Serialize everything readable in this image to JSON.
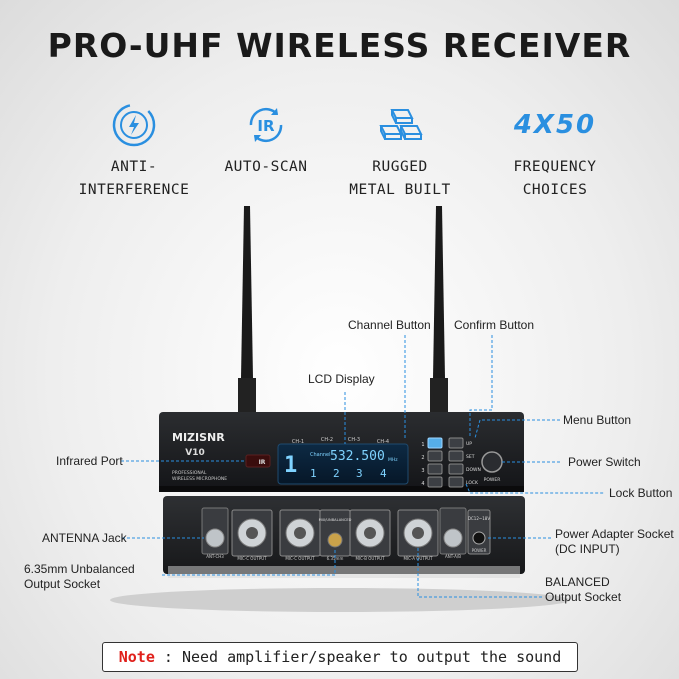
{
  "title": "PRO-UHF WIRELESS RECEIVER",
  "features": [
    {
      "icon": "anti-interference-icon",
      "label": "ANTI-\nINTERFERENCE"
    },
    {
      "icon": "ir-auto-scan-icon",
      "icon_text": "IR",
      "label": "AUTO-SCAN"
    },
    {
      "icon": "metal-bars-icon",
      "label": "RUGGED\nMETAL BUILT"
    },
    {
      "icon_text": "4X50",
      "label": "FREQUENCY\nCHOICES"
    }
  ],
  "device": {
    "brand": "MIZISNR",
    "model": "V10",
    "subtitle": "PROFESSIONAL\nWIRELESS MICROPHONE",
    "ir_label": "IR",
    "channels": [
      "CH-1",
      "CH-2",
      "CH-3",
      "CH-4"
    ],
    "lcd_channel_label": "Channel",
    "lcd_frequency": "532.500",
    "lcd_unit": "MHz",
    "lcd_digits": [
      "1",
      "2",
      "3",
      "4"
    ],
    "button_numbers": [
      "1",
      "2",
      "3",
      "4"
    ],
    "side_buttons": [
      "UP",
      "SET",
      "DOWN",
      "LOCK"
    ],
    "power_label": "POWER",
    "rear_labels": [
      "ANT-CH3",
      "MIC-C OUTPUT",
      "MIC-C OUTPUT",
      "6.35mm",
      "MIC-B OUTPUT",
      "MIC-A OUTPUT",
      "ANT-A/B",
      "POWER"
    ],
    "rear_mix_label": "MIX/UNBALANCED",
    "dc_label": "DC12~18V"
  },
  "callouts": {
    "channel_button": "Channel Button",
    "confirm_button": "Confirm Button",
    "lcd_display": "LCD Display",
    "menu_button": "Menu Button",
    "infrared_port": "Infrared Port",
    "power_switch": "Power Switch",
    "lock_button": "Lock Button",
    "antenna_jack": "ANTENNA Jack",
    "power_adapter": "Power Adapter Socket\n(DC INPUT)",
    "unbalanced": "6.35mm Unbalanced\nOutput Socket",
    "balanced": "BALANCED\nOutput Socket"
  },
  "note": {
    "prefix": "Note",
    "text": ": Need amplifier/speaker to output the sound"
  },
  "colors": {
    "accent": "#2a8fe0",
    "note_red": "#e0201b",
    "lcd": "#7fd3ff"
  }
}
